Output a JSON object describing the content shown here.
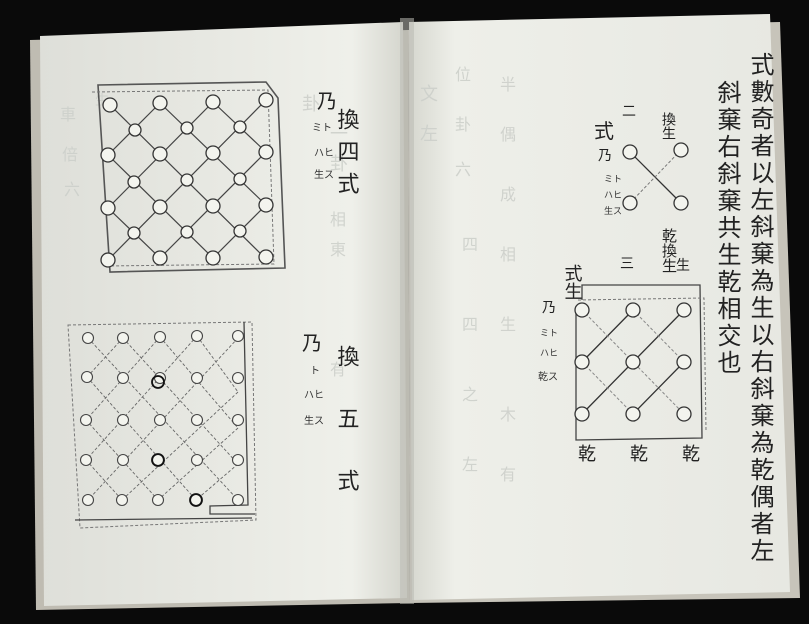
{
  "left_page": {
    "diagram_top": {
      "label_main": "換四式",
      "label_top_side": "乃",
      "label_kana": [
        "ミト",
        "ハヒ",
        "生ス"
      ]
    },
    "diagram_bottom": {
      "label_main": "換五式",
      "label_top_side": "乃",
      "label_kana": [
        "ト",
        "ハヒ",
        "生ス"
      ]
    }
  },
  "right_page": {
    "text_columns": [
      "式數奇者以左斜棄為生以右斜棄為乾偶者左",
      "斜棄右斜棄共生乾相交也"
    ],
    "small_diagram": {
      "head_left": "式",
      "head_mid": "二",
      "head_right": "換生",
      "side_left": "乃",
      "kana": [
        "ミト",
        "ハヒ",
        "生ス"
      ],
      "foot_label": "乾換生"
    },
    "big_diagram": {
      "head_left": "式生",
      "head_mid": "三",
      "head_right": "生",
      "side_left": "乃",
      "kana": [
        "ミト",
        "ハヒ",
        "乾ス"
      ],
      "bottom_labels": [
        "乾",
        "乾",
        "乾"
      ]
    }
  }
}
